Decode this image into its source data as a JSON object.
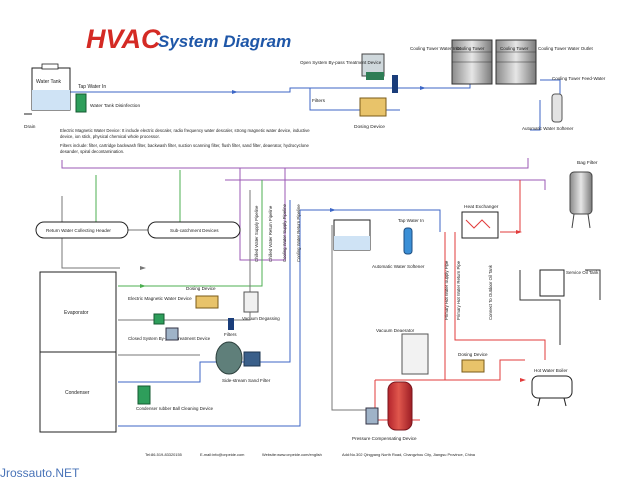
{
  "title": {
    "hvac": "HVAC",
    "rest": "System Diagram"
  },
  "colors": {
    "accent_red": "#d42a24",
    "accent_blue": "#1f57a8",
    "pipe_red": "#e23b3b",
    "pipe_blue": "#3c66c6",
    "pipe_purple": "#9b59b6",
    "pipe_green": "#4caf50",
    "pipe_gray": "#777777"
  },
  "labels": {
    "water_tank": "Water Tank",
    "tap_water_in": "Tap Water In",
    "water_tank_disinfection": "Water Tank Disinfection",
    "drain": "Drain",
    "open_system_bypass": "Open System By-pass Treatment Device",
    "filters_top": "Filters",
    "dosing_device_top": "Dosing Device",
    "cooling_tower_water_inlet": "Cooling Tower Water Inlet",
    "cooling_tower_left": "Cooling Tower",
    "cooling_tower_right": "Cooling Tower",
    "cooling_tower_water_outlet": "Cooling Tower Water Outlet",
    "cooling_tower_feed_water": "Cooling Tower Feed-Water",
    "automatic_water_softener_top": "Automatic Water Softener",
    "bag_filter": "Bag Filter",
    "return_water_collecting_header": "Return Water Collecting Header",
    "sub_catchment_devices": "Sub-catchment Devices",
    "chilled_water_supply_pipeline": "Chilled Water Supply Pipeline",
    "chilled_water_return_pipeline": "Chilled Water Return Pipeline",
    "cooling_water_supply_pipeline": "Cooling Water Supply Pipeline",
    "cooling_water_return_pipeline": "Cooling Water Return Pipeline",
    "heat_exchanger": "Heat Exchanger",
    "tap_water_in_mid": "Tap Water In",
    "automatic_water_softener_mid": "Automatic Water Softener",
    "primary_hot_water_supply": "Primary Hot Water Supply Pipe",
    "primary_hot_water_return": "Primary Hot Water Return Pipe",
    "connect_to_outdoor_oil_tank": "Connect To Outdoor Oil Tank",
    "service_oil_tank": "Service Oil Tank",
    "evaporator": "Evaporator",
    "condenser": "Condenser",
    "dosing_device_left": "Dosing Device",
    "electric_magnetic_water_device": "Electric Magnetic Water Device",
    "vacuum_degassing": "Vacuum Degassing",
    "filters_mid": "Filters",
    "closed_system_bypass": "Closed System By-pass Treatment Device",
    "side_stream_sand_filter": "Side-stream Sand Filter",
    "condenser_rubber_ball_cleaning": "Condenser rubber Ball Cleaning Device",
    "vacuum_deaerator": "Vacuum Deaerator",
    "dosing_device_right": "Dosing Device",
    "hot_water_boiler": "Hot Water Boiler",
    "pressure_compensating_device": "Pressure Compensating Device"
  },
  "notes": {
    "emw": "Electric Magnetic Water Device: It include electric descaler, radio frequency water descaler, strong magnetic water device, inductive device, ion stick, physical chemical whole processor.",
    "filters": "Filters include: filter, cartridge backwash filter, backwash filter, suction scanning filter, flush filter, sand filter, deaerator, hydrocyclone desander, spiral decontamination."
  },
  "footer": {
    "tel": "Tel:86-519-83320155",
    "email": "E-mail:info@cnpeide.com",
    "website": "Website:www.cnpeide.com/english",
    "address": "Add:No.302 Qingyang North Road, Changzhou City, Jiangsu Province, China"
  },
  "watermark": "Jrossauto.NET"
}
